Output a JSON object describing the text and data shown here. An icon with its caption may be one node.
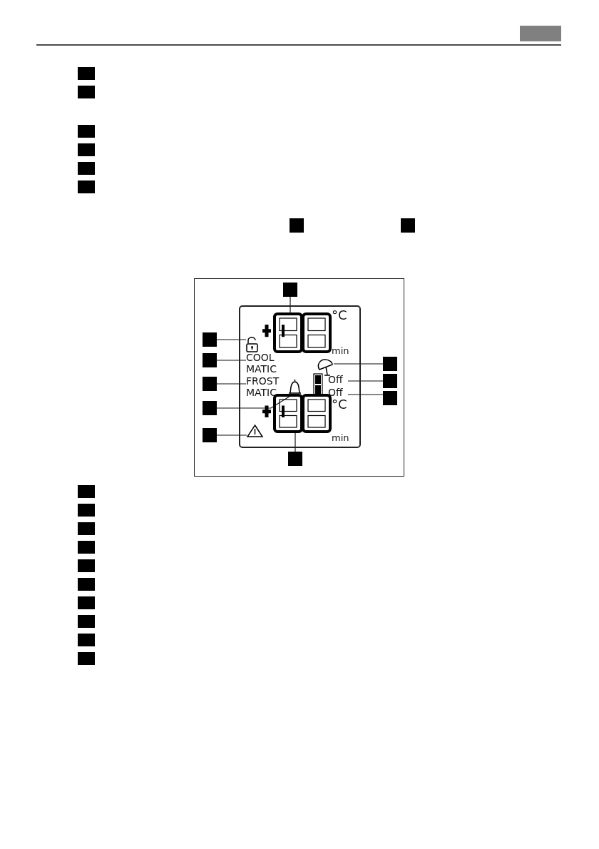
{
  "diagram": {
    "nodes": [
      {
        "text": [],
        "shape": "box"
      },
      {
        "text": [],
        "shape": "box"
      },
      {
        "text": [],
        "shape": "box"
      },
      {
        "text": [],
        "shape": "box"
      },
      {
        "text": [],
        "shape": "box"
      },
      {
        "text": [],
        "shape": "box"
      },
      {
        "text": [],
        "shape": "box"
      },
      {
        "text": [],
        "shape": "box"
      },
      {
        "text": [],
        "shape": "box"
      },
      {
        "text": [],
        "shape": "box"
      },
      {
        "text": [],
        "shape": "box",
        "in": 9
      },
      {
        "text": [],
        "shape": "box",
        "in": 9
      },
      {
        "text": [],
        "shape": "box",
        "in": 9
      },
      {
        "text": [],
        "shape": "box",
        "in": 9
      },
      {
        "text": [],
        "shape": "box",
        "in": 9
      },
      {
        "text": [],
        "shape": "box",
        "in": 9
      },
      {
        "text": [],
        "shape": "box",
        "in": 9
      },
      {
        "text": [],
        "shape": "box",
        "in": 9
      },
      {
        "text": [],
        "shape": "box",
        "in": 9
      },
      {
        "text": [],
        "shape": "box",
        "in": 9
      },
      {
        "text": [],
        "shape": "box",
        "in": 9
      },
      {
        "text": [],
        "shape": "digits",
        "in": 10
      },
      {
        "text": [],
        "shape": "padlock",
        "in": 10
      },
      {
        "text": [
          "COOL MATIC"
        ],
        "in": 10
      },
      {
        "text": [
          "FROST MATIC"
        ],
        "in": 10
      },
      {
        "text": [],
        "shape": "bell",
        "in": 10
      },
      {
        "text": [],
        "shape": "triangle",
        "in": 10
      },
      {
        "text": [],
        "shape": "digits",
        "in": 10
      },
      {
        "text": [],
        "shape": "umbrella",
        "in": 10
      },
      {
        "text": [
          "Off"
        ],
        "in": 10
      },
      {
        "text": [
          "Off"
        ],
        "in": 10
      },
      {
        "text": [],
        "shape": "bar",
        "in": 10
      },
      {
        "text": [],
        "shape": "box"
      },
      {
        "text": [],
        "shape": "box"
      },
      {
        "text": [],
        "shape": "box"
      },
      {
        "text": [],
        "shape": "box"
      },
      {
        "text": [],
        "shape": "box"
      },
      {
        "text": [],
        "shape": "box"
      },
      {
        "text": [],
        "shape": "box"
      },
      {
        "text": [],
        "shape": "box"
      },
      {
        "text": [],
        "shape": "box"
      },
      {
        "text": [],
        "shape": "box"
      }
    ],
    "edges": [
      {
        "from": 11,
        "to": 21,
        "arrow": "none"
      },
      {
        "from": 12,
        "to": 22,
        "arrow": "none"
      },
      {
        "from": 13,
        "to": 23,
        "arrow": "none"
      },
      {
        "from": 14,
        "to": 24,
        "arrow": "none"
      },
      {
        "from": 15,
        "to": 25,
        "arrow": "none"
      },
      {
        "from": 16,
        "to": 26,
        "arrow": "none"
      },
      {
        "from": 17,
        "to": 27,
        "arrow": "none"
      },
      {
        "from": 18,
        "to": 28,
        "arrow": "none"
      },
      {
        "from": 19,
        "to": 29,
        "arrow": "none"
      },
      {
        "from": 20,
        "to": 30,
        "arrow": "none"
      }
    ],
    "labels": [
      "°C",
      "min",
      "°C",
      "min"
    ]
  }
}
